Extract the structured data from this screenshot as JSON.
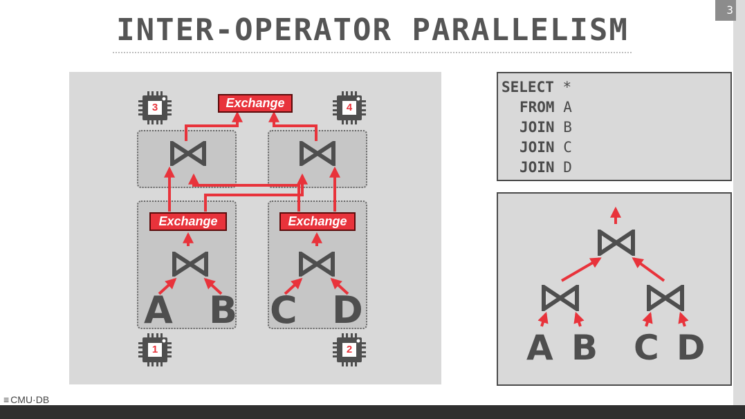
{
  "slide": {
    "title": "INTER-OPERATOR PARALLELISM",
    "page_number": "3",
    "logo": "CMU·DB"
  },
  "colors": {
    "accent_red": "#e8333b",
    "panel_gray": "#d9d9d9",
    "box_gray": "#c6c6c6",
    "dark_text": "#4e4e4e"
  },
  "plan": {
    "exchange_labels": {
      "top": "Exchange",
      "left": "Exchange",
      "right": "Exchange"
    },
    "tables": {
      "a": "A",
      "b": "B",
      "c": "C",
      "d": "D"
    },
    "cpus": {
      "top_left": "3",
      "top_right": "4",
      "bottom_left": "1",
      "bottom_right": "2"
    }
  },
  "sql": {
    "select_kw": "SELECT",
    "select_val": "*",
    "from_kw": "FROM",
    "from_val": "A",
    "join1_kw": "JOIN",
    "join1_val": "B",
    "join2_kw": "JOIN",
    "join2_val": "C",
    "join3_kw": "JOIN",
    "join3_val": "D"
  },
  "tree": {
    "tables": {
      "a": "A",
      "b": "B",
      "c": "C",
      "d": "D"
    }
  }
}
